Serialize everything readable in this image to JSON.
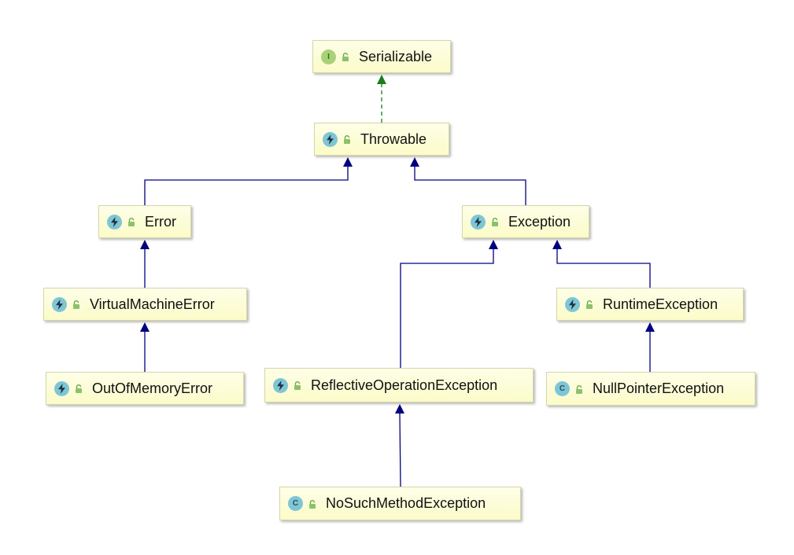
{
  "diagram": {
    "nodes": [
      {
        "id": "serializable",
        "label": "Serializable",
        "kind": "interface",
        "badge": "I",
        "icon": "interface-icon"
      },
      {
        "id": "throwable",
        "label": "Throwable",
        "kind": "exception",
        "badge": "",
        "icon": "exception-class-icon"
      },
      {
        "id": "error",
        "label": "Error",
        "kind": "exception",
        "badge": "",
        "icon": "exception-class-icon"
      },
      {
        "id": "exception",
        "label": "Exception",
        "kind": "exception",
        "badge": "",
        "icon": "exception-class-icon"
      },
      {
        "id": "virtualmachineerror",
        "label": "VirtualMachineError",
        "kind": "exception",
        "badge": "",
        "icon": "abstract-exception-class-icon"
      },
      {
        "id": "runtimeexception",
        "label": "RuntimeException",
        "kind": "exception",
        "badge": "",
        "icon": "exception-class-icon"
      },
      {
        "id": "outofmemoryerror",
        "label": "OutOfMemoryError",
        "kind": "exception",
        "badge": "",
        "icon": "exception-class-icon"
      },
      {
        "id": "reflectiveoperationexception",
        "label": "ReflectiveOperationException",
        "kind": "exception",
        "badge": "",
        "icon": "exception-class-icon"
      },
      {
        "id": "nullpointerexception",
        "label": "NullPointerException",
        "kind": "class",
        "badge": "C",
        "icon": "class-icon"
      },
      {
        "id": "nosuchmethodexception",
        "label": "NoSuchMethodException",
        "kind": "class",
        "badge": "C",
        "icon": "class-icon"
      }
    ],
    "edges": [
      {
        "from": "throwable",
        "to": "serializable",
        "type": "implements"
      },
      {
        "from": "error",
        "to": "throwable",
        "type": "extends"
      },
      {
        "from": "exception",
        "to": "throwable",
        "type": "extends"
      },
      {
        "from": "virtualmachineerror",
        "to": "error",
        "type": "extends"
      },
      {
        "from": "outofmemoryerror",
        "to": "virtualmachineerror",
        "type": "extends"
      },
      {
        "from": "reflectiveoperationexception",
        "to": "exception",
        "type": "extends"
      },
      {
        "from": "runtimeexception",
        "to": "exception",
        "type": "extends"
      },
      {
        "from": "nullpointerexception",
        "to": "runtimeexception",
        "type": "extends"
      },
      {
        "from": "nosuchmethodexception",
        "to": "reflectiveoperationexception",
        "type": "extends"
      }
    ],
    "colors": {
      "extends_line": "#000080",
      "implements_line": "#1a7f1a",
      "node_fill": "#fbfbc9",
      "node_border": "#d6d6a8"
    }
  }
}
